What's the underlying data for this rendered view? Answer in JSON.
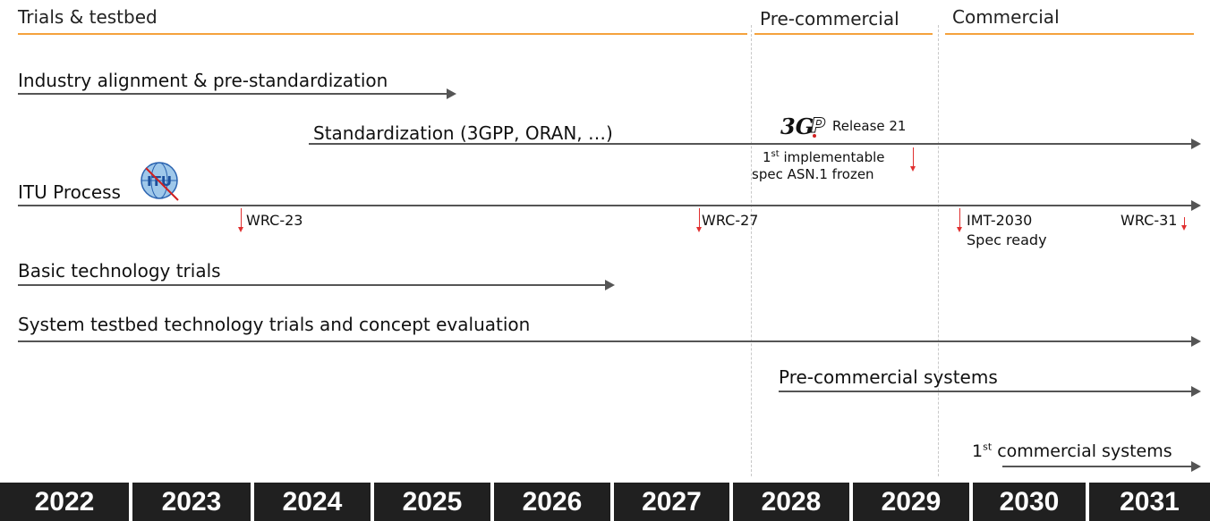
{
  "phases": {
    "trials": "Trials & testbed",
    "precommercial": "Pre-commercial",
    "commercial": "Commercial"
  },
  "lanes": {
    "industry": "Industry alignment & pre-standardization",
    "standardization": "Standardization (3GPP, ORAN, …)",
    "itu": "ITU Process",
    "basic_trials": "Basic technology trials",
    "system_testbed": "System testbed technology trials and concept evaluation",
    "precommercial_systems": "Pre-commercial systems",
    "first_commercial": "commercial systems",
    "first_commercial_sup": "st"
  },
  "milestones": {
    "release": "Release 21",
    "spec_line1_sup": "st",
    "spec_line1": "implementable",
    "spec_line2": "spec ASN.1 frozen",
    "wrc23": "WRC-23",
    "wrc27": "WRC-27",
    "imt2030_line1": "IMT-2030",
    "imt2030_line2": "Spec ready",
    "wrc31": "WRC-31"
  },
  "logos": {
    "threegpp": "3GPP",
    "itu": "ITU"
  },
  "years": [
    "2022",
    "2023",
    "2024",
    "2025",
    "2026",
    "2027",
    "2028",
    "2029",
    "2030",
    "2031"
  ],
  "colors": {
    "phase_line": "#f5a23c",
    "milestone": "#e03030",
    "year_bar": "#202020"
  }
}
